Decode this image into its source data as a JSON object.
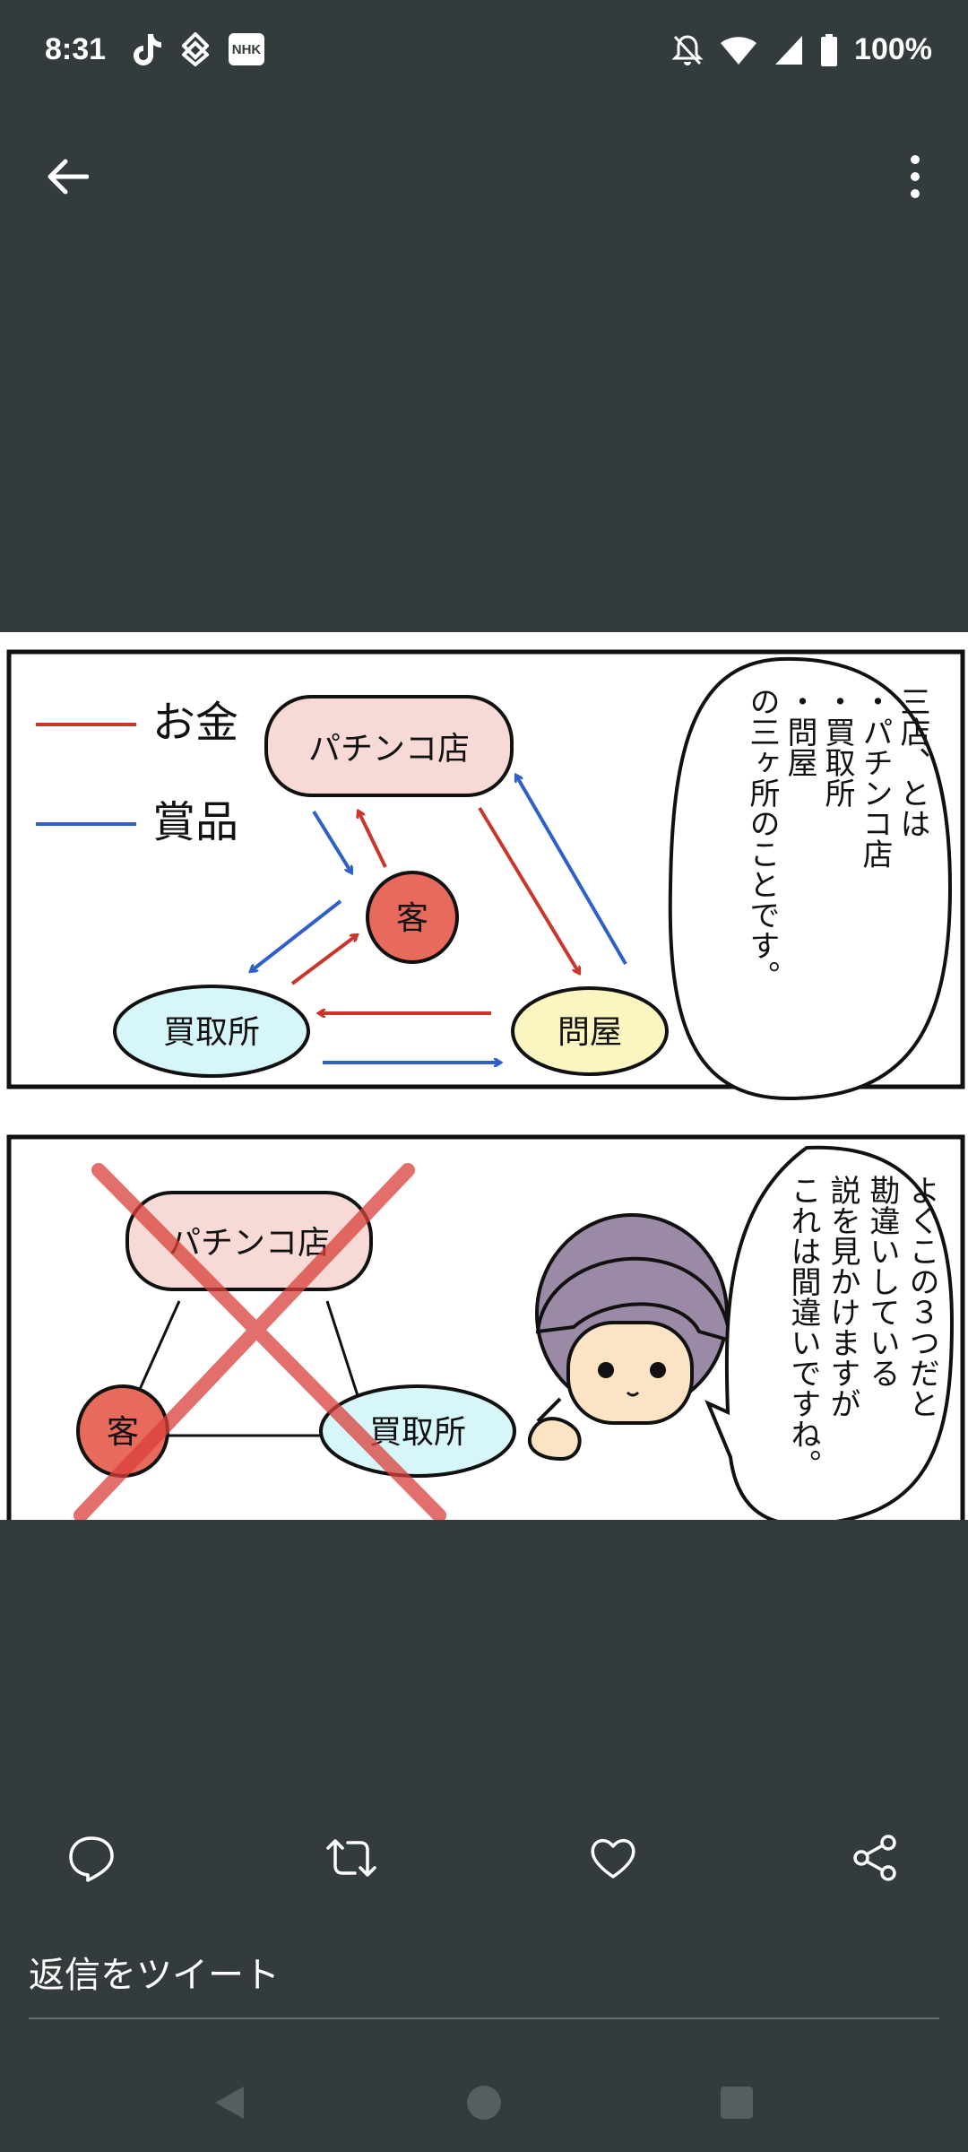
{
  "status_bar": {
    "time": "8:31",
    "app_icons": [
      "tiktok-icon",
      "app-diamond-icon",
      "nhk-icon"
    ],
    "nhk_label": "NHK",
    "right_icons": [
      "notifications-off-icon",
      "wifi-icon",
      "signal-icon",
      "battery-icon"
    ],
    "battery": "100%"
  },
  "top_bar": {
    "back_icon": "arrow-left-icon",
    "more_icon": "more-vertical-icon"
  },
  "comic": {
    "panel1": {
      "legend_money": "お金",
      "legend_prize": "賞品",
      "node_pachinko": "パチンコ店",
      "node_customer": "客",
      "node_buyer": "買取所",
      "node_wholesaler": "問屋",
      "bubble_lines": [
        "三店、とは",
        "・パチンコ店",
        "・買取所",
        "・問屋",
        "の三ヶ所のことです。"
      ]
    },
    "panel2": {
      "node_pachinko": "パチンコ店",
      "node_customer": "客",
      "node_buyer": "買取所",
      "bubble_lines": [
        "よくこの３つだと",
        "勘違いしている",
        "説を見かけますが",
        "これは間違いですね。"
      ]
    },
    "colors": {
      "money_arrow": "#c9372c",
      "prize_arrow": "#2f5fc8",
      "pachinko_fill": "#f7d9d6",
      "customer_fill": "#e86a5c",
      "buyer_fill": "#d6f6fa",
      "wholesaler_fill": "#fbf5c0",
      "hair": "#9a8aa6"
    }
  },
  "actions": {
    "reply_icon": "reply-icon",
    "retweet_icon": "retweet-icon",
    "like_icon": "heart-icon",
    "share_icon": "share-icon"
  },
  "reply": {
    "placeholder": "返信をツイート"
  },
  "nav": {
    "back": "nav-back-icon",
    "home": "nav-home-icon",
    "recents": "nav-recents-icon"
  }
}
